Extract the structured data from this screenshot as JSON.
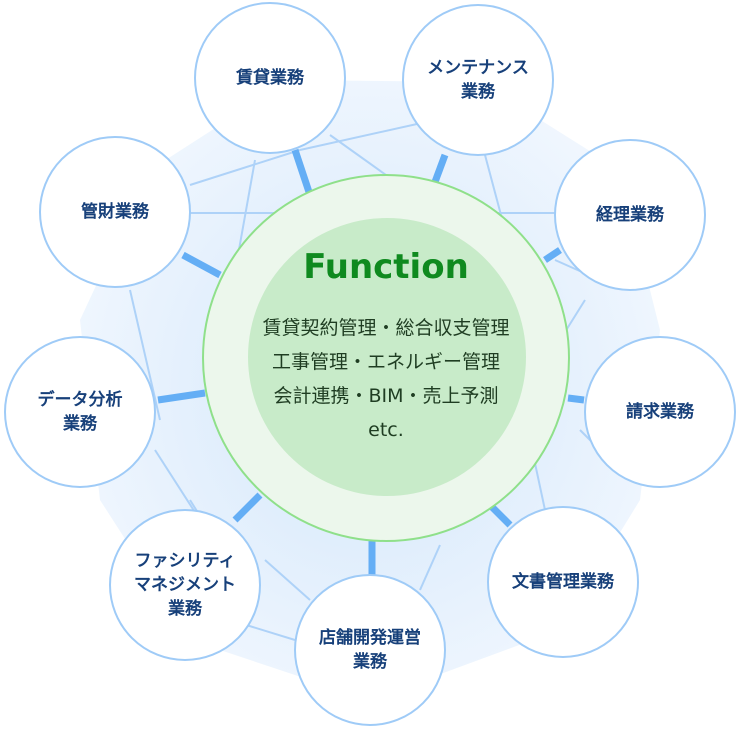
{
  "center": {
    "title": "Function",
    "description": "賃貸契約管理・総合収支管理\n工事管理・エネルギー管理\n会計連携・BIM・売上予測\netc."
  },
  "nodes": [
    {
      "label": "賃貸業務"
    },
    {
      "label": "メンテナンス\n業務"
    },
    {
      "label": "経理業務"
    },
    {
      "label": "請求業務"
    },
    {
      "label": "文書管理業務"
    },
    {
      "label": "店舗開発運営\n業務"
    },
    {
      "label": "ファシリティ\nマネジメント\n業務"
    },
    {
      "label": "データ分析\n業務"
    },
    {
      "label": "管財業務"
    }
  ],
  "colors": {
    "connector": "#64aef5",
    "node_border": "#9fcbf7",
    "title": "#0f8a1f",
    "node_text": "#17407a"
  }
}
